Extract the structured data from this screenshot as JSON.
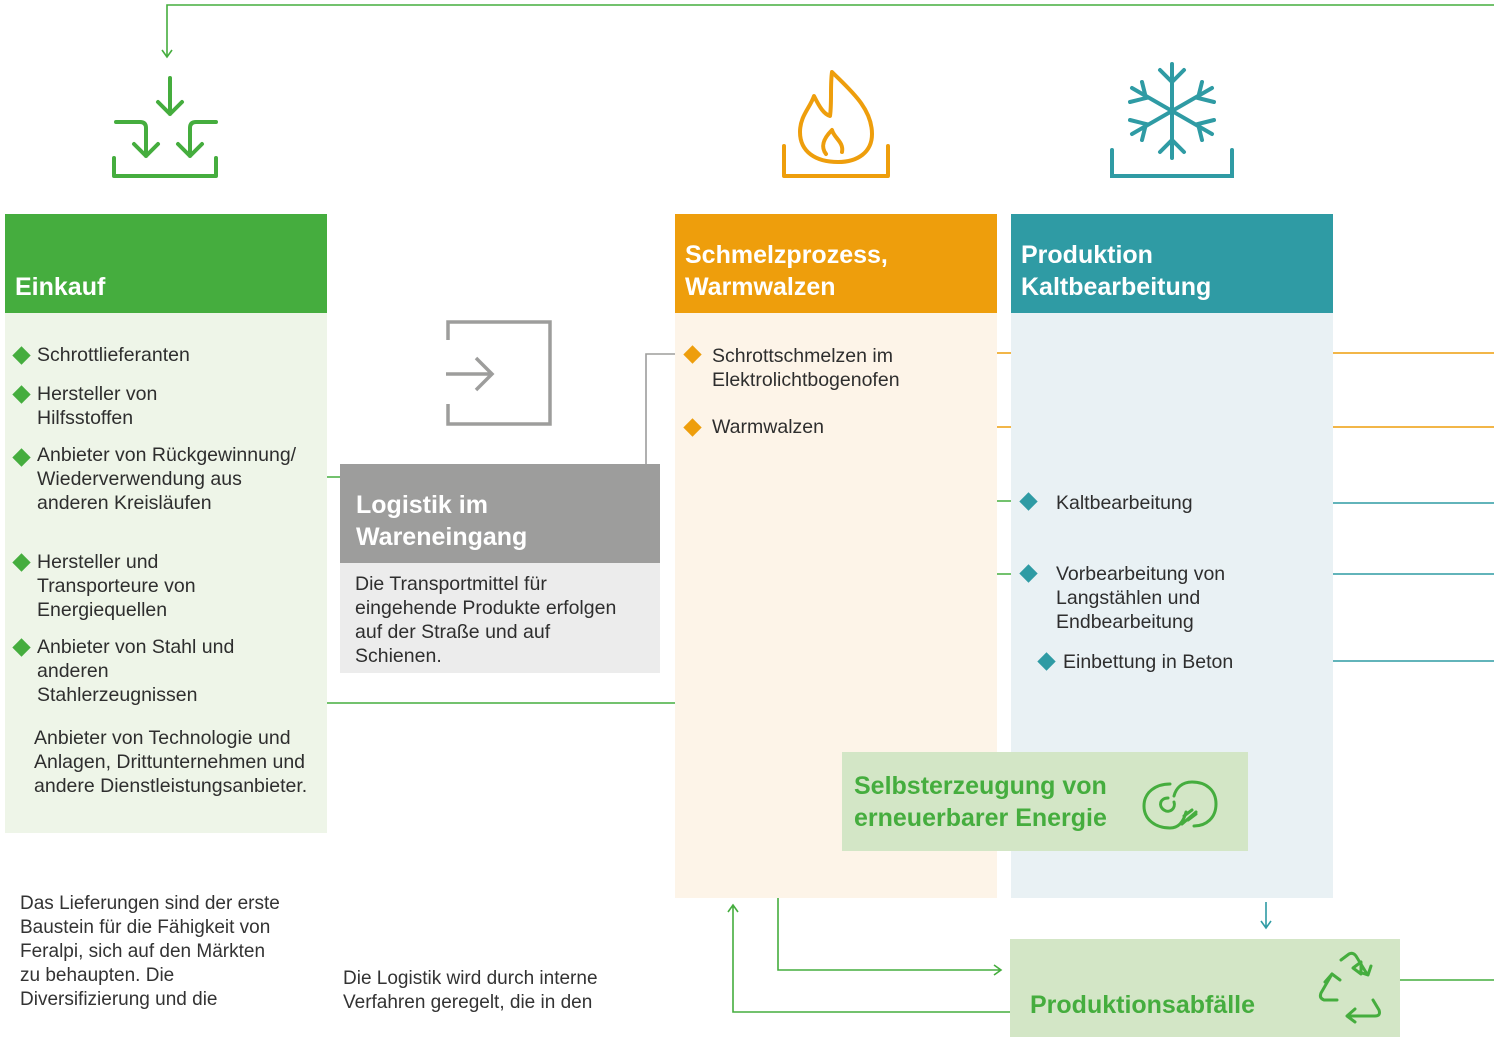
{
  "colors": {
    "green": "#45ad3e",
    "orange": "#ee9e0c",
    "teal": "#2f9ba4",
    "grey": "#9d9d9c"
  },
  "icons": {
    "einkauf": "inbox-arrows-icon",
    "logistik": "enter-arrow-icon",
    "schmelz": "flame-icon",
    "kalt": "snowflake-icon",
    "energie": "power-plug-icon",
    "abfaelle": "recycle-icon"
  },
  "einkauf": {
    "title": "Einkauf",
    "items": [
      "Schrottlieferanten",
      "Hersteller von Hilfsstoffen",
      "Anbieter von Rückgewinnung/ Wiederverwendung aus anderen Kreisläufen",
      "Hersteller und Transporteure von Energiequellen",
      "Anbieter von Stahl und anderen Stahlerzeugnissen"
    ],
    "extra": "Anbieter von Technologie und Anlagen, Drittunternehmen und andere Dienstleistungsanbieter."
  },
  "logistik": {
    "title": "Logistik im Wareneingang",
    "body": "Die Transportmittel für eingehende Produkte erfolgen auf der Straße und auf Schienen."
  },
  "schmelz": {
    "title": "Schmelzprozess, Warmwalzen",
    "items": [
      "Schrottschmelzen im Elektrolichtbogenofen",
      "Warmwalzen"
    ]
  },
  "kalt": {
    "title": "Produktion Kaltbearbeitung",
    "items": [
      "Kaltbearbeitung",
      "Vorbearbeitung von Langstählen und Endbearbeitung",
      "Einbettung in Beton"
    ]
  },
  "energie": {
    "title": "Selbsterzeugung von erneuerbarer Energie"
  },
  "abfaelle": {
    "title": "Produktionsabfälle"
  },
  "notes": {
    "lieferungen": "Das Lieferungen sind der erste Baustein für die Fähigkeit von Feralpi, sich auf den Märkten zu behaupten. Die Diversifizierung und die",
    "logistik": "Die Logistik wird durch interne Verfahren geregelt, die in den"
  }
}
